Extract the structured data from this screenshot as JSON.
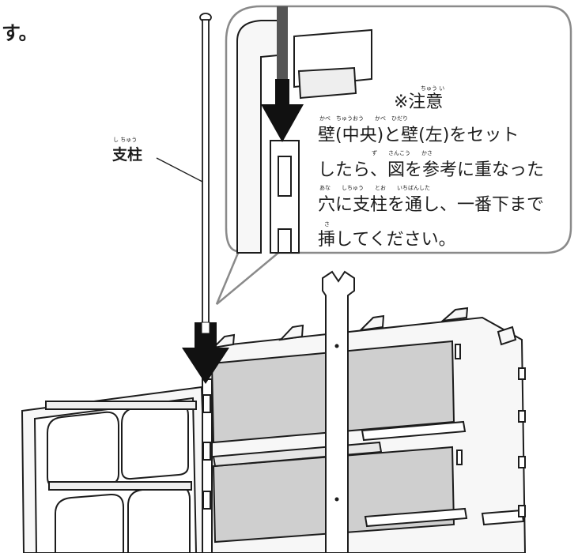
{
  "fragment_top_left": "す。",
  "pole_label": {
    "text": "支柱",
    "ruby": "し ちゅう"
  },
  "callout": {
    "heading": "※注意",
    "heading_ruby": "ちゅう い",
    "lines": [
      {
        "text": "壁(中央)と壁(左)をセット",
        "ruby": "かべ　ちゅうおう　　かべ　ひだり"
      },
      {
        "text": "したら、図を参考に重なった",
        "ruby": "ず　　さんこう　　かさ"
      },
      {
        "text": "穴に支柱を通し、一番下まで",
        "ruby": "あな　　しちゅう　　とお　　いちばんした"
      },
      {
        "text": "挿してください。",
        "ruby": "さ"
      }
    ]
  },
  "colors": {
    "ink": "#1c1c1c",
    "arrow": "#111111",
    "panel_fill": "#f7f7f7",
    "picture_fill": "#cfcfcf",
    "bubble_border": "#8a8a8a"
  },
  "icons": [
    "down-arrow-icon",
    "down-arrow-icon",
    "down-arrow-icon"
  ]
}
